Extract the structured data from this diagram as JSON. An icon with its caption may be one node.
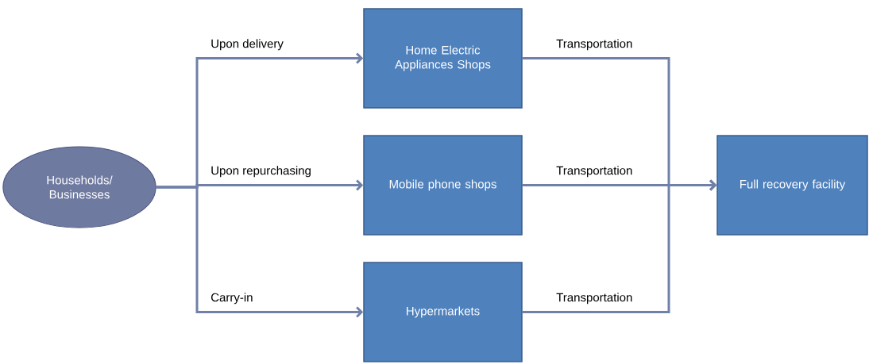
{
  "diagram": {
    "nodes": [
      {
        "text": [
          "Households/ Businesses"
        ]
      },
      {
        "text": [
          "Home Electric Appliances Shops"
        ]
      },
      {
        "text": [
          "Mobile phone shops"
        ]
      },
      {
        "text": [
          "Hypermarkets"
        ]
      },
      {
        "text": [
          "Full recovery facility"
        ]
      }
    ],
    "edges": [
      {
        "from": 0,
        "to": 1,
        "arrow": "to",
        "label": "Upon delivery"
      },
      {
        "from": 0,
        "to": 2,
        "arrow": "to",
        "label": "Upon repurchasing"
      },
      {
        "from": 0,
        "to": 3,
        "arrow": "to",
        "label": "Carry-in"
      },
      {
        "from": 1,
        "to": 4,
        "arrow": "to",
        "label": "Transportation"
      },
      {
        "from": 2,
        "to": 4,
        "arrow": "to",
        "label": "Transportation"
      },
      {
        "from": 3,
        "to": 4,
        "arrow": "to",
        "label": "Transportation"
      }
    ]
  }
}
